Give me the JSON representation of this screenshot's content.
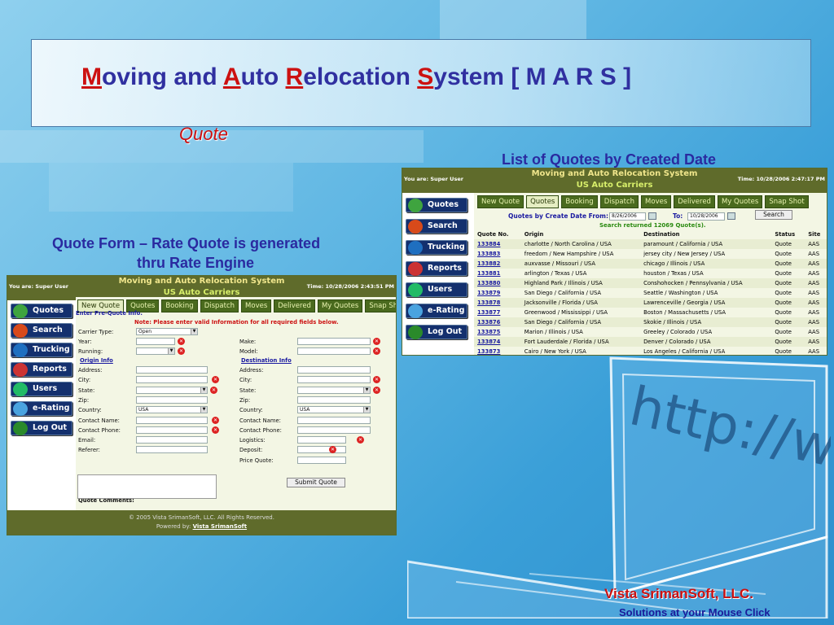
{
  "slide": {
    "title_parts": [
      {
        "text": "M",
        "red": true
      },
      {
        "text": "oving and ",
        "red": false
      },
      {
        "text": "A",
        "red": true
      },
      {
        "text": "uto ",
        "red": false
      },
      {
        "text": "R",
        "red": true
      },
      {
        "text": "elocation ",
        "red": false
      },
      {
        "text": "S",
        "red": true
      },
      {
        "text": "ystem  [ M A R S ]",
        "red": false
      }
    ],
    "subtitle": "Quote",
    "list_caption": "List of Quotes by Created Date",
    "form_caption_1": "Quote Form – Rate Quote is  generated",
    "form_caption_2": "thru Rate Engine",
    "footer_company": "Vista SrimanSoft, LLC.",
    "footer_tagline": "Solutions at your Mouse Click",
    "laptop_url_text": "http://www"
  },
  "sidebar": [
    "Quotes",
    "Search",
    "Trucking",
    "Reports",
    "Users",
    "e-Rating",
    "Log Out"
  ],
  "list_window": {
    "user": "You are: Super User",
    "app_title": "Moving and Auto Relocation System",
    "app_sub": "US Auto Carriers",
    "time": "Time: 10/28/2006 2:47:17 PM",
    "tabs": [
      "New Quote",
      "Quotes",
      "Booking",
      "Dispatch",
      "Moves",
      "Delivered",
      "My Quotes",
      "Snap Shot"
    ],
    "active_tab": "Quotes",
    "filter_label": "Quotes by Create Date From:",
    "date_from": "8/26/2006",
    "to_label": "To:",
    "date_to": "10/28/2006",
    "search_button": "Search",
    "result_text": "Search returned 12069 Quote(s).",
    "columns": [
      "Quote No.",
      "Origin",
      "Destination",
      "Status",
      "Site"
    ],
    "rows": [
      [
        "133884",
        "charlotte / North Carolina / USA",
        "paramount / California / USA",
        "Quote",
        "AAS"
      ],
      [
        "133883",
        "freedom / New Hampshire / USA",
        "jersey city / New Jersey / USA",
        "Quote",
        "AAS"
      ],
      [
        "133882",
        "auxvasse / Missouri / USA",
        "chicago / Illinois / USA",
        "Quote",
        "AAS"
      ],
      [
        "133881",
        "arlington / Texas / USA",
        "houston / Texas / USA",
        "Quote",
        "AAS"
      ],
      [
        "133880",
        "Highland Park / Illinois / USA",
        "Conshohocken / Pennsylvania / USA",
        "Quote",
        "AAS"
      ],
      [
        "133879",
        "San Diego / California / USA",
        "Seattle / Washington / USA",
        "Quote",
        "AAS"
      ],
      [
        "133878",
        "Jacksonville / Florida / USA",
        "Lawrenceville / Georgia / USA",
        "Quote",
        "AAS"
      ],
      [
        "133877",
        "Greenwood / Mississippi / USA",
        "Boston / Massachusetts / USA",
        "Quote",
        "AAS"
      ],
      [
        "133876",
        "San Diego / California / USA",
        "Skokie / Illinois / USA",
        "Quote",
        "AAS"
      ],
      [
        "133875",
        "Marion / Illinois / USA",
        "Greeley / Colorado / USA",
        "Quote",
        "AAS"
      ],
      [
        "133874",
        "Fort Lauderdale / Florida / USA",
        "Denver / Colorado / USA",
        "Quote",
        "AAS"
      ],
      [
        "133873",
        "Cairo / New York / USA",
        "Los Angeles / California / USA",
        "Quote",
        "AAS"
      ]
    ]
  },
  "form_window": {
    "user": "You are: Super User",
    "app_title": "Moving and Auto Relocation System",
    "app_sub": "US Auto Carriers",
    "time": "Time: 10/28/2006 2:43:51 PM",
    "tabs": [
      "New Quote",
      "Quotes",
      "Booking",
      "Dispatch",
      "Moves",
      "Delivered",
      "My Quotes",
      "Snap Shot"
    ],
    "active_tab": "New Quote",
    "enter_info": "Enter Pre-Quote Info.",
    "note": "Note: Please enter valid Information for all required fields below.",
    "labels": {
      "carrier_type": "Carrier Type:",
      "year": "Year:",
      "running": "Running:",
      "make": "Make:",
      "model": "Model:",
      "origin_info": "Origin Info",
      "destination_info": "Destination Info",
      "address": "Address:",
      "city": "City:",
      "state": "State:",
      "zip": "Zip:",
      "country": "Country:",
      "contact_name": "Contact Name:",
      "contact_phone": "Contact Phone:",
      "email": "Email:",
      "referer": "Referer:",
      "logistics": "Logistics:",
      "deposit": "Deposit:",
      "price_quote": "Price Quote:",
      "quote_comments": "Quote Comments:"
    },
    "carrier_type_value": "Open",
    "origin_country": "USA",
    "dest_country": "USA",
    "submit_button": "Submit Quote",
    "footer_copyright": "© 2005 Vista SrimanSoft, LLC. All Rights Reserved.",
    "footer_powered_label": "Powered by:",
    "footer_powered_link": "Vista SrimanSoft"
  }
}
